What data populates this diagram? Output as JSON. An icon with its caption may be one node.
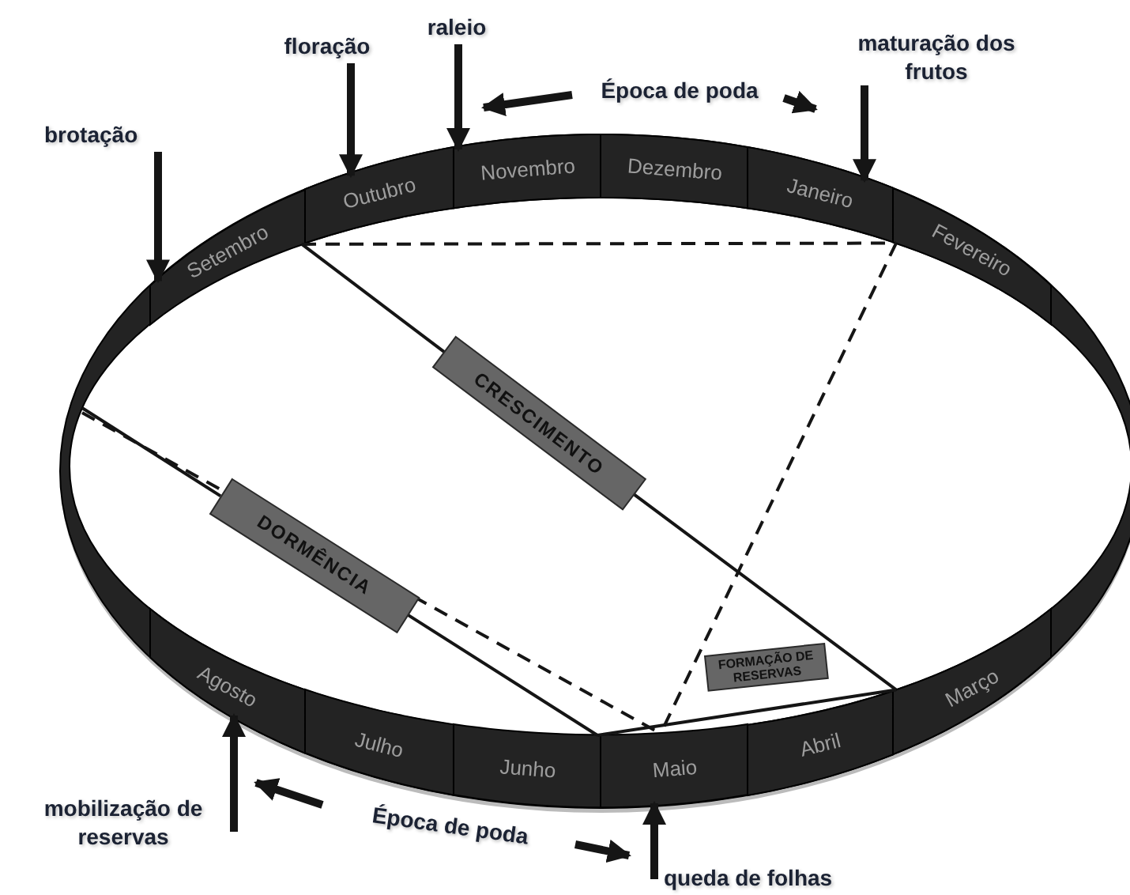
{
  "diagram": {
    "nodes": [
      {
        "text": [
          "brotação"
        ]
      },
      {
        "text": [
          "floração"
        ]
      },
      {
        "text": [
          "raleio"
        ]
      },
      {
        "text": [
          "maturação dos frutos"
        ]
      },
      {
        "text": [
          "Época de poda"
        ]
      },
      {
        "text": [
          "mobilização de reservas"
        ]
      },
      {
        "text": [
          "queda de folhas"
        ]
      },
      {
        "text": [
          "Época de poda"
        ]
      },
      {
        "text": [
          "Setembro"
        ]
      },
      {
        "text": [
          "Outubro"
        ]
      },
      {
        "text": [
          "Novembro"
        ]
      },
      {
        "text": [
          "Dezembro"
        ]
      },
      {
        "text": [
          "Janeiro"
        ]
      },
      {
        "text": [
          "Fevereiro"
        ]
      },
      {
        "text": [
          "Março"
        ]
      },
      {
        "text": [
          "Abril"
        ]
      },
      {
        "text": [
          "Maio"
        ]
      },
      {
        "text": [
          "Junho"
        ]
      },
      {
        "text": [
          "Julho"
        ]
      },
      {
        "text": [
          "Agosto"
        ]
      },
      {
        "text": [
          "CRESCIMENTO"
        ]
      },
      {
        "text": [
          "DORMÊNCIA"
        ]
      },
      {
        "text": [
          "FORMAÇÃO DE RESERVAS"
        ]
      }
    ],
    "edges": [
      {
        "from": 0,
        "to": 8,
        "arrow": "to",
        "style": "thick"
      },
      {
        "from": 1,
        "to": 9,
        "arrow": "to",
        "style": "thick"
      },
      {
        "from": 2,
        "to": 10,
        "arrow": "to",
        "style": "thick"
      },
      {
        "from": 3,
        "to": 12,
        "arrow": "to",
        "style": "thick"
      },
      {
        "from": 5,
        "to": 19,
        "arrow": "to",
        "style": "thick"
      },
      {
        "from": 6,
        "to": 16,
        "arrow": "to",
        "style": "thick"
      },
      {
        "from": 8,
        "to": 20,
        "arrow": "none"
      },
      {
        "from": 20,
        "to": 14,
        "arrow": "none"
      },
      {
        "from": 8,
        "to": 13,
        "arrow": "none",
        "style": "dashed"
      },
      {
        "from": 13,
        "to": 16,
        "arrow": "none",
        "style": "dashed"
      },
      {
        "from": null,
        "to": 21,
        "arrow": "none"
      },
      {
        "from": 21,
        "to": 17,
        "arrow": "none"
      },
      {
        "from": null,
        "to": 16,
        "arrow": "none",
        "style": "dashed"
      },
      {
        "from": 17,
        "to": 14,
        "arrow": "none"
      }
    ]
  }
}
